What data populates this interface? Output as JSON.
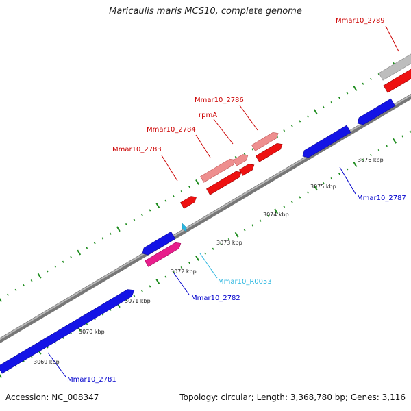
{
  "header": {
    "title": "Maricaulis maris MCS10, complete genome"
  },
  "footer": {
    "accession": "Accession: NC_008347",
    "summary": "Topology: circular; Length: 3,368,780 bp; Genes: 3,116"
  },
  "colors": {
    "forward_gene": "#ee1111",
    "forward_gene_light": "#ee8f8f",
    "reverse_gene": "#1414e6",
    "rrna_gene": "#e81e8c",
    "rna_gene": "#29b6e0",
    "unknown_gene": "#bdbdbd",
    "backbone": "#8a8a8a",
    "tick": "#1e8c1e",
    "forward_label": "#cc0000",
    "reverse_label": "#0000cc",
    "rna_label": "#29b6e0"
  },
  "scale_labels": [
    "3069 kbp",
    "3070 kbp",
    "3071 kbp",
    "3072 kbp",
    "3073 kbp",
    "3074 kbp",
    "3075 kbp",
    "3076 kbp"
  ],
  "gene_labels": {
    "mmar10_2789": "Mmar10_2789",
    "mmar10_2786": "Mmar10_2786",
    "rpma": "rpmA",
    "mmar10_2784": "Mmar10_2784",
    "mmar10_2783": "Mmar10_2783",
    "mmar10_2787": "Mmar10_2787",
    "mmar10_r0053": "Mmar10_R0053",
    "mmar10_2782": "Mmar10_2782",
    "mmar10_2781": "Mmar10_2781"
  }
}
